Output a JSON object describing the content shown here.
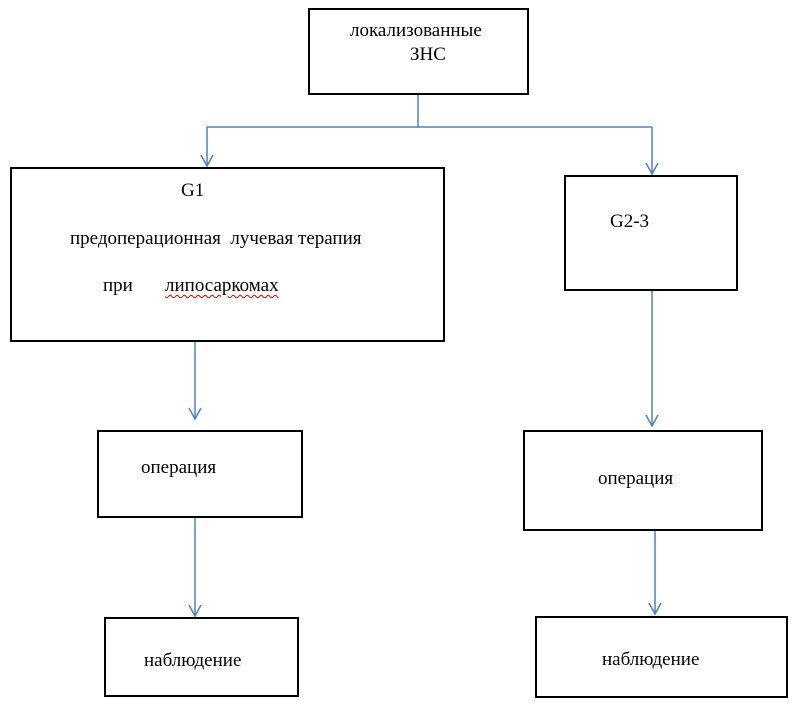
{
  "nodes": {
    "root": {
      "line1": "локализованные",
      "line2": "ЗНС"
    },
    "left_branch": {
      "grade": "G1",
      "line2": "предоперационная  лучевая терапия",
      "line3_prefix": "при",
      "line3_word": "липосаркомах"
    },
    "right_branch": {
      "grade": "G2-3"
    },
    "left_operation": {
      "label": "операция"
    },
    "right_operation": {
      "label": "операция"
    },
    "left_observation": {
      "label": "наблюдение"
    },
    "right_observation": {
      "label": "наблюдение"
    }
  },
  "colors": {
    "box_border": "#000000",
    "connector": "#4f81bd",
    "spellcheck_underline": "#d40000"
  }
}
